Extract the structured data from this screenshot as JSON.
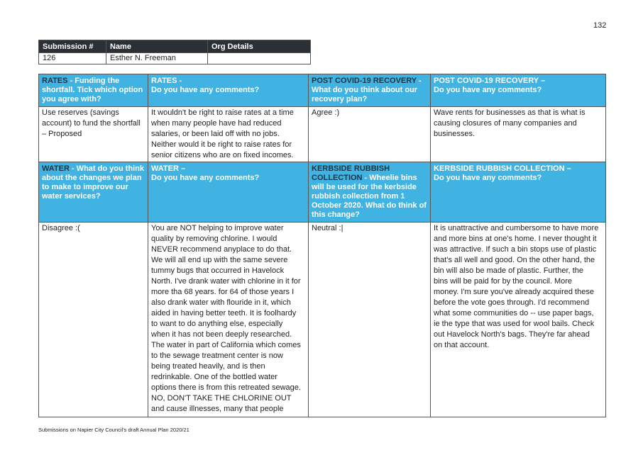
{
  "page_number": "132",
  "submission_table": {
    "headers": [
      "Submission #",
      "Name",
      "Org Details"
    ],
    "row": [
      "126",
      "Esther N. Freeman",
      ""
    ]
  },
  "main_table": {
    "rates": {
      "q_prefix": "RATES",
      "q_rest": " - Funding the shortfall. Tick which option you agree with?",
      "c_header": "RATES -\nDo you have any comments?",
      "answer": "Use reserves (savings\naccount) to fund the shortfall\n– Proposed",
      "comment": "It wouldn't be right to raise rates at a time\nwhen many people have had reduced\nsalaries, or been laid off with no jobs.\nNeither would it be right to raise rates for\nsenior citizens who are on fixed incomes."
    },
    "covid": {
      "q_prefix": "POST COVID-19 RECOVERY",
      "q_rest": " - What do you think about our recovery plan?",
      "c_header": "POST COVID-19 RECOVERY –\nDo you have any comments?",
      "answer": "Agree :)",
      "comment": "Wave rents for businesses as that is what is\ncausing closures of many companies and\nbusinesses."
    },
    "water": {
      "q_prefix": "WATER",
      "q_rest": " - What do you think about the changes we plan to make to improve our water services?",
      "c_header": "WATER –\nDo you have any comments?",
      "answer": "Disagree :(",
      "comment": "You are NOT helping to improve water\nquality by removing chlorine.  I would\nNEVER recommend anyplace to do that.\nWe will all end up with the same severe\ntummy bugs that occurred in Havelock\nNorth.  I've drank water with chlorine in it for\nmore tha 68 years.  for 64 of those years I\nalso drank water with flouride in it, which\naided in having better teeth.  It is foolhardy\nto want to do anything else, especially\nwhen it has not been deeply researched.\nThe water in part of California which comes\nto the sewage treatment center is now\nbeing treated heavily, and is then\nredrinkable.  One of the bottled water\noptions there is from this retreated sewage.\nNO, DON'T TAKE THE CHLORINE OUT\nand cause illnesses, many that people"
    },
    "kerbside": {
      "q_prefix": "KERBSIDE RUBBISH COLLECTION",
      "q_rest": " - Wheelie bins will be used for the kerbside rubbish collection from 1 October 2020. What do think of this change?",
      "c_header": "KERBSIDE RUBBISH COLLECTION –\nDo you have any comments?",
      "answer": "Neutral :|",
      "comment": "It is unattractive and cumbersome to have more\nand more bins at one's home.  I never thought it\nwas attractive.  If such a bin stops use of plastic\nthat's all well and good.  On the other hand, the\nbin will also be made of plastic.  Further, the\nbins will be paid for by the council.  More\nmoney.  I'm sure you've already acquired these\nbefore the vote goes through.  I'd recommend\nwhat some communities do -- use paper bags,\nie the type that was used for wool bails.  Check\nout Havelock North's bags.  They're far ahead\non that account."
    }
  },
  "footer": "Submissions on Napier City Council's draft Annual Plan 2020/21"
}
